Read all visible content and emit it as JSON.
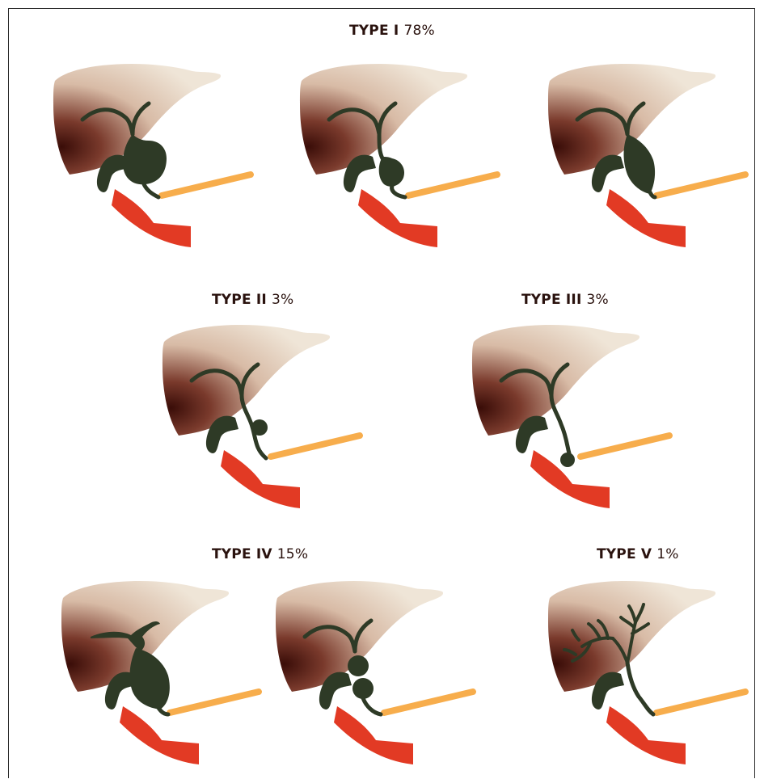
{
  "groups": [
    {
      "type_label": "TYPE I",
      "percent": "78%"
    },
    {
      "type_label": "TYPE II",
      "percent": "3%"
    },
    {
      "type_label": "TYPE III",
      "percent": "3%"
    },
    {
      "type_label": "TYPE IV",
      "percent": "15%"
    },
    {
      "type_label": "TYPE V",
      "percent": "1%"
    }
  ],
  "colors": {
    "liver_dark": "#3a0d08",
    "liver_light": "#efe5d7",
    "duct": "#2e3a26",
    "duodenum": "#e23a24",
    "pancreatic_duct": "#f7ad4c",
    "label_text": "#2a120e"
  }
}
